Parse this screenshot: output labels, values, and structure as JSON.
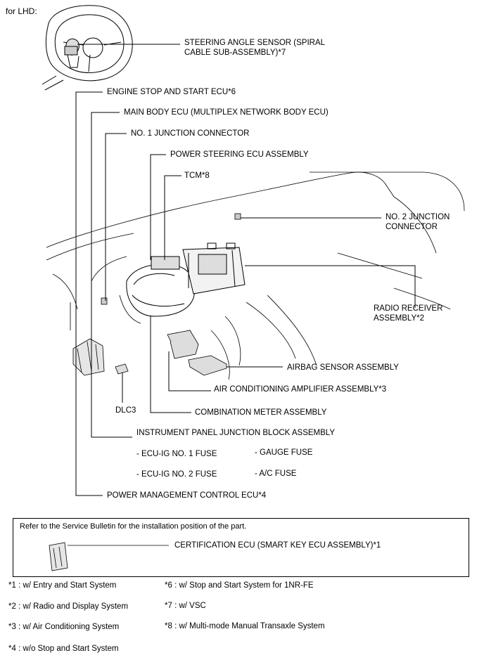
{
  "header": "for LHD:",
  "labels": {
    "steering_angle_sensor": "STEERING ANGLE SENSOR (SPIRAL CABLE SUB-ASSEMBLY)*7",
    "engine_stop_start_ecu": "ENGINE STOP AND START ECU*6",
    "main_body_ecu": "MAIN BODY ECU (MULTIPLEX NETWORK BODY ECU)",
    "junction_connector_1": "NO. 1 JUNCTION CONNECTOR",
    "power_steering_ecu": "POWER STEERING ECU ASSEMBLY",
    "tcm": "TCM*8",
    "junction_connector_2": "NO. 2 JUNCTION CONNECTOR",
    "radio_receiver": "RADIO RECEIVER ASSEMBLY*2",
    "airbag_sensor": "AIRBAG SENSOR ASSEMBLY",
    "ac_amplifier": "AIR CONDITIONING AMPLIFIER ASSEMBLY*3",
    "dlc3": "DLC3",
    "combination_meter": "COMBINATION METER ASSEMBLY",
    "instrument_panel_jb": "INSTRUMENT PANEL JUNCTION BLOCK ASSEMBLY",
    "power_mgmt_ecu": "POWER MANAGEMENT CONTROL ECU*4"
  },
  "fuses": {
    "ecu_ig_1": "- ECU-IG NO. 1 FUSE",
    "ecu_ig_2": "- ECU-IG NO. 2 FUSE",
    "gauge": "- GAUGE FUSE",
    "ac": "- A/C FUSE"
  },
  "note": {
    "text": "Refer to the Service Bulletin for the installation position of the part.",
    "part": "CERTIFICATION ECU (SMART KEY ECU ASSEMBLY)*1"
  },
  "footnotes": {
    "f1": "*1 : w/ Entry and Start System",
    "f2": "*2 : w/ Radio and Display System",
    "f3": "*3 : w/ Air Conditioning System",
    "f4": "*4 : w/o Stop and Start System",
    "f6": "*6 : w/ Stop and Start System for 1NR-FE",
    "f7": "*7 : w/ VSC",
    "f8": "*8 : w/ Multi-mode Manual Transaxle System"
  }
}
